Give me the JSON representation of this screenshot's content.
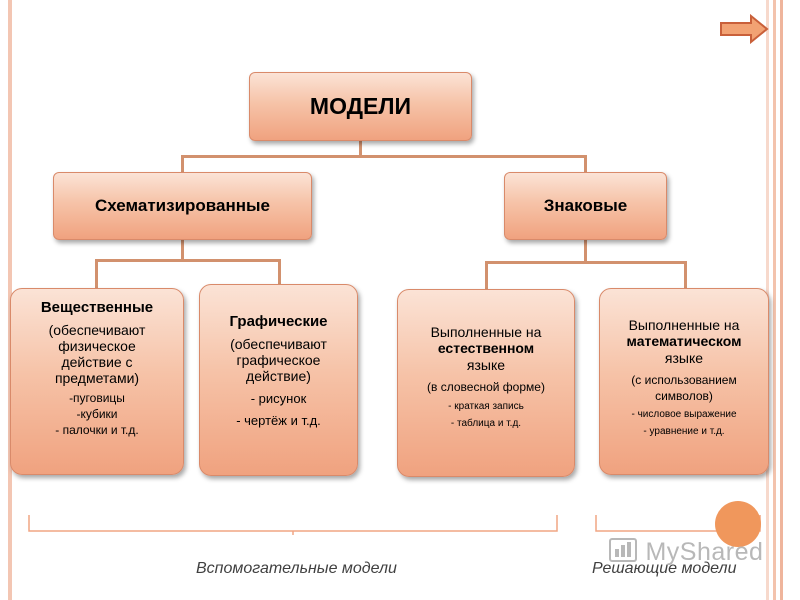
{
  "diagram": {
    "root": {
      "label": "МОДЕЛИ"
    },
    "level2": [
      {
        "label": "Схематизированные"
      },
      {
        "label": "Знаковые"
      }
    ],
    "leaves": [
      {
        "title": "Вещественные",
        "lines": [
          "(обеспечивают",
          "физическое",
          "действие с",
          "предметами)"
        ],
        "examples": [
          "-пуговицы",
          "-кубики",
          "- палочки и т.д."
        ]
      },
      {
        "title": "Графические",
        "lines": [
          "(обеспечивают",
          "графическое",
          "действие)"
        ],
        "examples": [
          "- рисунок",
          "- чертёж и т.д."
        ]
      },
      {
        "pre": "Выполненные на",
        "title": "естественном",
        "post": "языке",
        "note": "(в словесной форме)",
        "examples": [
          "- краткая запись",
          "- таблица  и т.д."
        ]
      },
      {
        "pre": "Выполненные на",
        "title": "математическом",
        "post": "языке",
        "note_lines": [
          "(с использованием",
          "символов)"
        ],
        "examples": [
          "- числовое выражение",
          "- уравнение и т.д."
        ]
      }
    ],
    "captions": {
      "left": "Вспомогательные модели",
      "right": "Решающие модели"
    }
  },
  "watermark": "MyShared",
  "icons": {
    "next": "arrow-right-icon",
    "logo": "myshared-logo-icon"
  },
  "colors": {
    "box_fill_top": "#fbe3d6",
    "box_fill_bottom": "#f0a27f",
    "connector": "#d2916e",
    "accent": "#f0975c"
  }
}
